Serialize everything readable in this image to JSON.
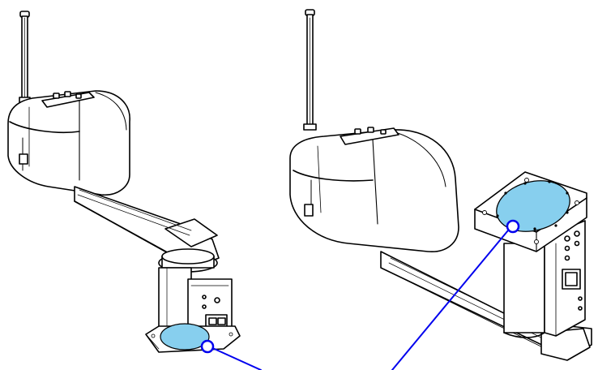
{
  "figure": {
    "views": [
      {
        "name": "robot-left-view",
        "highlight": "base-bottom-surface"
      },
      {
        "name": "robot-right-view",
        "highlight": "base-top-surface"
      }
    ],
    "colors": {
      "line": "#000000",
      "highlight_fill": "#87cfee",
      "callout": "#0000ee",
      "background": "#ffffff"
    }
  }
}
